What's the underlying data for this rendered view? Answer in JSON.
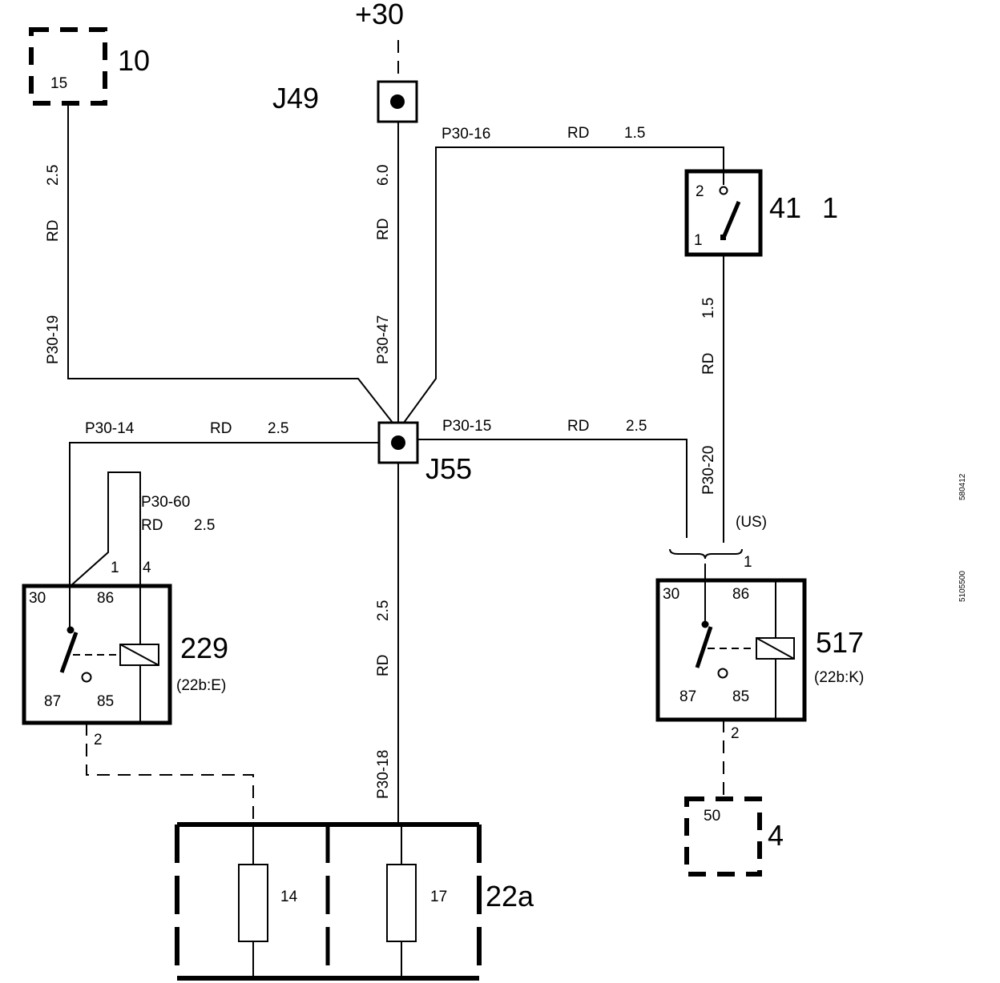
{
  "supply": "+30",
  "grounding_points": {
    "j49": "J49",
    "j55": "J55"
  },
  "components": {
    "c10": {
      "id": "10",
      "pin": "15"
    },
    "c41": {
      "id": "41",
      "sub": "1",
      "pin2": "2",
      "pin1": "1"
    },
    "c229": {
      "id": "229",
      "ref": "(22b:E)",
      "pin30": "30",
      "pin86": "86",
      "pin87": "87",
      "pin85": "85",
      "conn1": "1",
      "conn4": "4",
      "conn2": "2"
    },
    "c517": {
      "id": "517",
      "ref": "(22b:K)",
      "pin30": "30",
      "pin86": "86",
      "pin87": "87",
      "pin85": "85",
      "conn1": "1",
      "conn2": "2",
      "variant": "(US)"
    },
    "c4": {
      "id": "4",
      "pin": "50"
    },
    "c22a": {
      "id": "22a",
      "fuse_a": "14",
      "fuse_b": "17"
    }
  },
  "wires": {
    "p30_19": {
      "id": "P30-19",
      "color": "RD",
      "size": "2.5"
    },
    "p30_47": {
      "id": "P30-47",
      "color": "RD",
      "size": "6.0"
    },
    "p30_16": {
      "id": "P30-16",
      "color": "RD",
      "size": "1.5"
    },
    "p30_20": {
      "id": "P30-20",
      "color": "RD",
      "size": "1.5"
    },
    "p30_14": {
      "id": "P30-14",
      "color": "RD",
      "size": "2.5"
    },
    "p30_15": {
      "id": "P30-15",
      "color": "RD",
      "size": "2.5"
    },
    "p30_60": {
      "id": "P30-60",
      "color": "RD",
      "size": "2.5"
    },
    "p30_18": {
      "id": "P30-18",
      "color": "RD",
      "size": "2.5"
    }
  },
  "margin_codes": {
    "code_a": "580412",
    "code_b": "5105500"
  }
}
